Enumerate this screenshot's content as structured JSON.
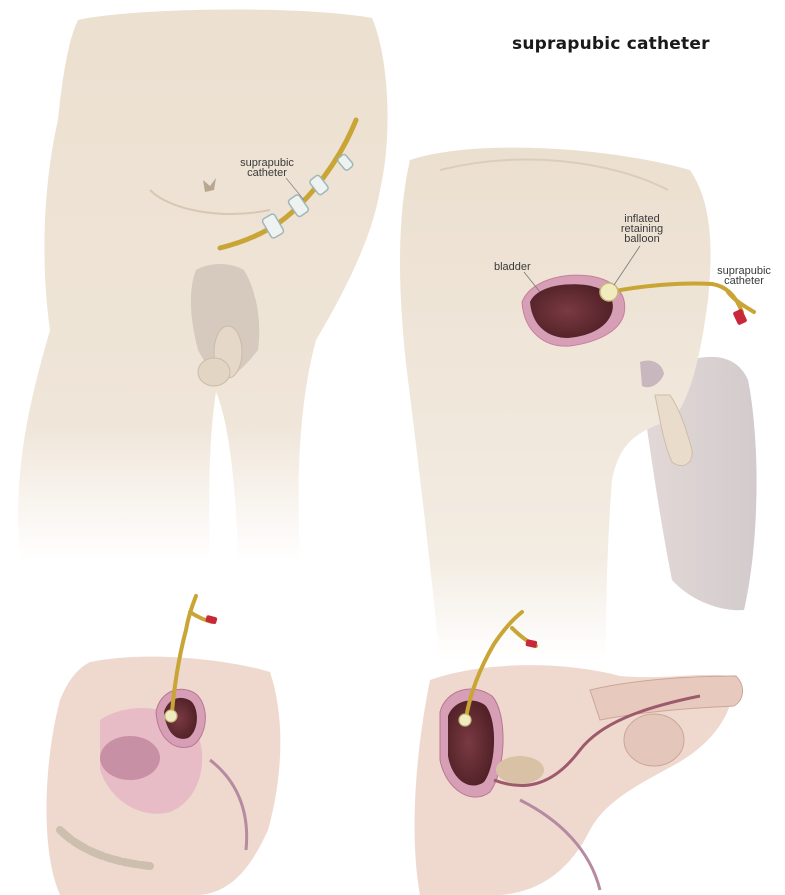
{
  "title": "suprapubic catheter",
  "labels": {
    "front_catheter": [
      "suprapubic",
      "catheter"
    ],
    "balloon": [
      "inflated",
      "retaining",
      "balloon"
    ],
    "bladder": "bladder",
    "side_catheter": [
      "suprapubic",
      "catheter"
    ]
  },
  "colors": {
    "skin": "#efe4d6",
    "skin_shade": "#e2d3c0",
    "catheter": "#c9a536",
    "bladder_wall": "#d79fb6",
    "bladder_inner": "#6b2e34",
    "catheter_tip": "#c8283a",
    "tissue_pink": "#e7b8c4"
  }
}
